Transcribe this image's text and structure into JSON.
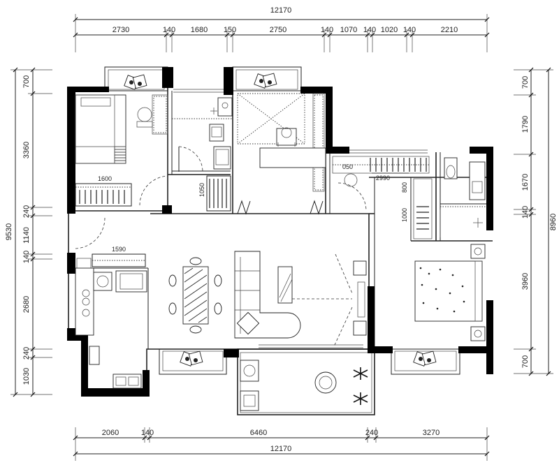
{
  "top_total": "12170",
  "top_segments": [
    "2730",
    "140",
    "1680",
    "150",
    "2750",
    "140",
    "1070",
    "140",
    "1020",
    "140",
    "2210"
  ],
  "bottom_segments": [
    "2060",
    "140",
    "6460",
    "240",
    "3270"
  ],
  "bottom_total": "12170",
  "left_total": "9530",
  "left_segments": [
    "700",
    "3360",
    "240",
    "1140",
    "140",
    "2680",
    "240",
    "1030"
  ],
  "right_total": "8960",
  "right_segments": [
    "700",
    "1790",
    "1670",
    "140",
    "3960",
    "700"
  ],
  "inner_labels": {
    "bedroom_wardrobe": "1600",
    "kitchen_cabinet": "1590",
    "study_cabinet": "1050",
    "corridor_wardrobe": "2990",
    "corridor_wardrobe_offset": "050",
    "closet_depth_a": "800",
    "closet_depth_b": "1000"
  },
  "colors": {
    "wall": "#000000",
    "line": "#222222",
    "background": "#ffffff"
  }
}
